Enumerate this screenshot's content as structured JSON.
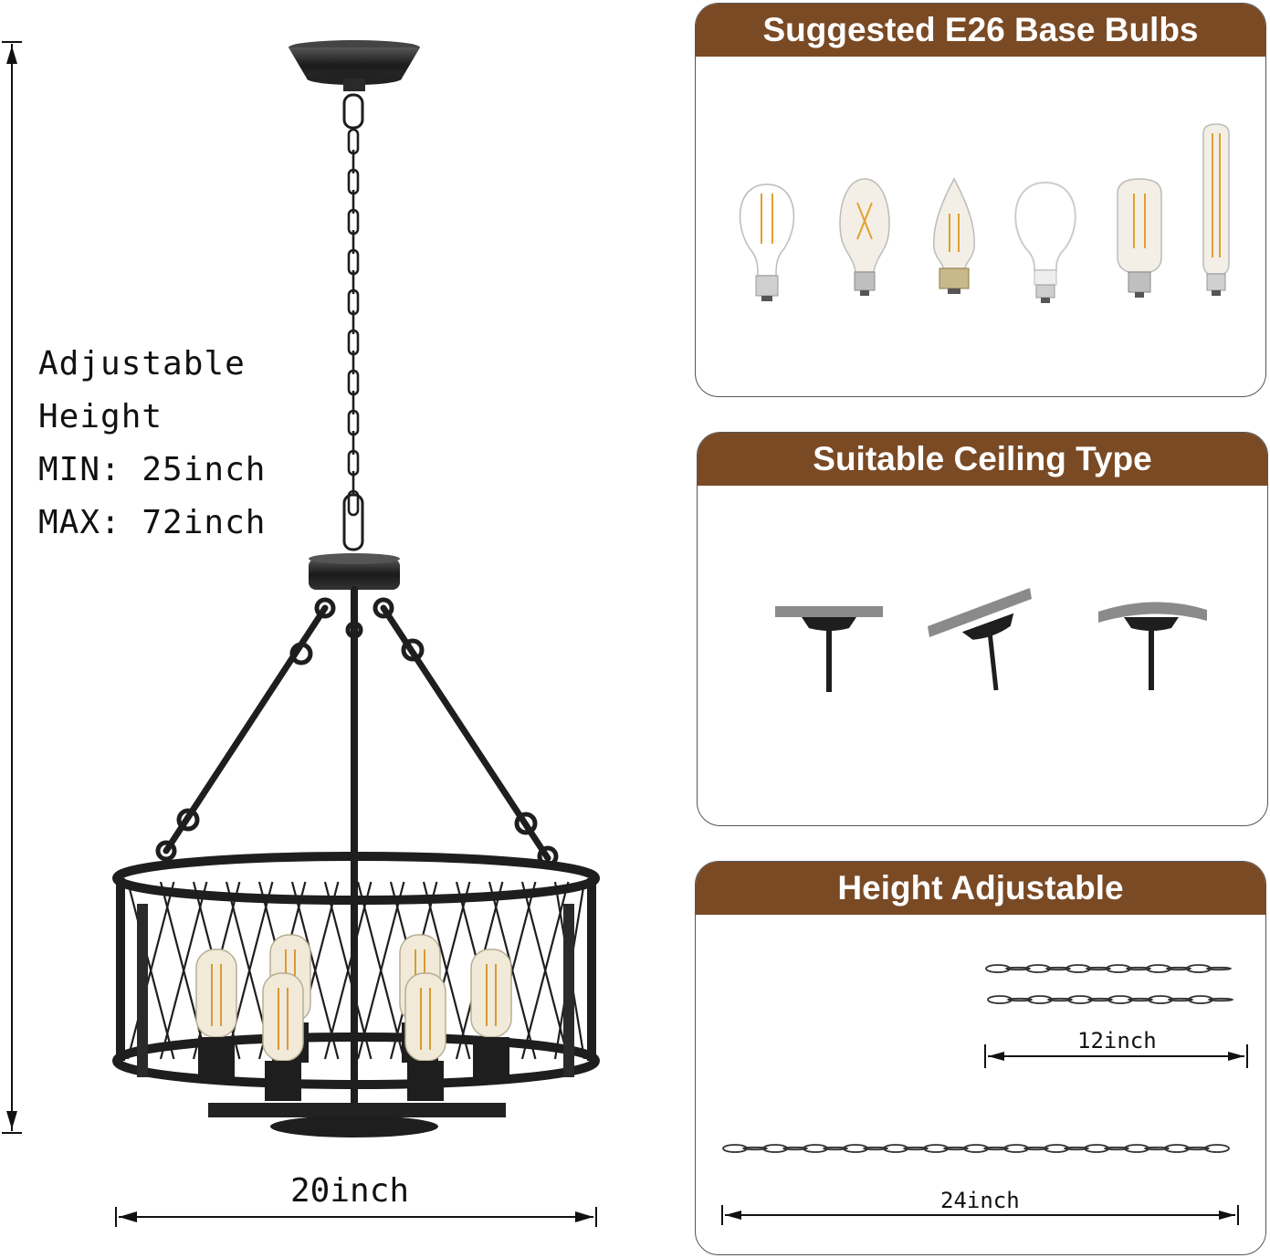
{
  "fixture": {
    "adjustable_line1": "Adjustable",
    "adjustable_line2": "Height",
    "min_label": "MIN: 25inch",
    "max_label": "MAX: 72inch",
    "width_label": "20inch",
    "frame_color": "#1e1e1e"
  },
  "panels": {
    "bulbs": {
      "title": "Suggested E26 Base Bulbs",
      "bulb_icons": [
        "a19-filament-bulb-icon",
        "st19-filament-bulb-icon",
        "candle-filament-bulb-icon",
        "a19-led-bulb-icon",
        "t14-tubular-bulb-icon",
        "t10-long-tube-bulb-icon"
      ]
    },
    "ceiling": {
      "title": "Suitable Ceiling Type",
      "types": [
        "flat-ceiling-icon",
        "sloped-ceiling-icon",
        "vaulted-ceiling-icon"
      ]
    },
    "height": {
      "title": "Height Adjustable",
      "chain_short_label": "12inch",
      "chain_long_label": "24inch"
    }
  },
  "colors": {
    "header_brown": "#7a4a25",
    "panel_border": "#555555"
  }
}
